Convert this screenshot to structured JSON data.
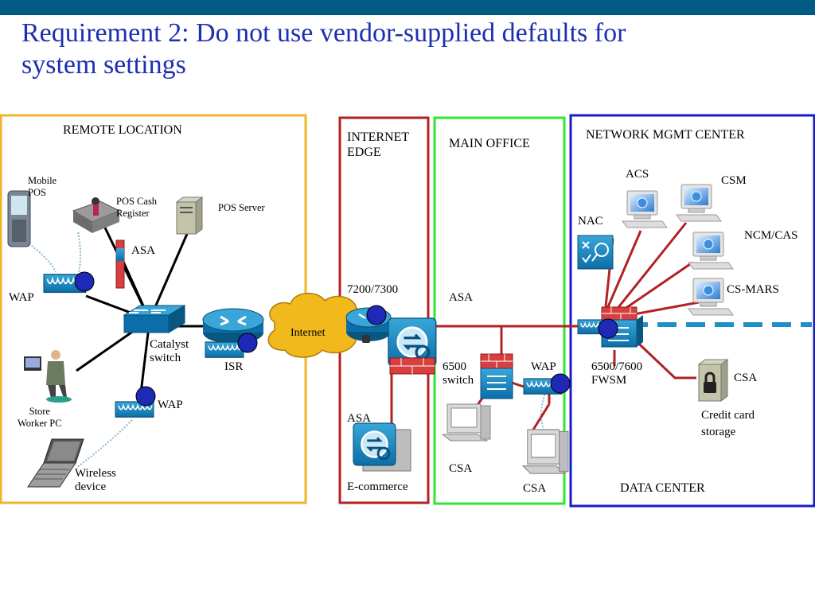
{
  "header": {
    "title_line1": "Requirement 2: Do not use vendor-supplied defaults for",
    "title_line2": "system settings",
    "bar_color": "#005a84",
    "title_color": "#1c2fb0"
  },
  "zones": {
    "remote": {
      "label": "REMOTE LOCATION",
      "color": "#f0b429"
    },
    "edge": {
      "label_line1": "INTERNET",
      "label_line2": "EDGE",
      "color": "#b22222"
    },
    "main": {
      "label": "MAIN OFFICE",
      "color": "#2ee82e"
    },
    "mgmt": {
      "label": "NETWORK MGMT CENTER",
      "color": "#1a1acc"
    },
    "datacenter": {
      "label": "DATA CENTER"
    }
  },
  "remote": {
    "mobile_pos_line1": "Mobile",
    "mobile_pos_line2": "POS",
    "pos_cash_line1": "POS Cash",
    "pos_cash_line2": "Register",
    "pos_server": "POS Server",
    "asa": "ASA",
    "wap_left": "WAP",
    "catalyst_line1": "Catalyst",
    "catalyst_line2": "switch",
    "isr": "ISR",
    "wap_lower": "WAP",
    "store_pc_line1": "Store",
    "store_pc_line2": "Worker PC",
    "wireless_line1": "Wireless",
    "wireless_line2": "device"
  },
  "internet": {
    "label": "Internet"
  },
  "edge": {
    "router": "7200/7300",
    "asa": "ASA",
    "ecommerce": "E-commerce"
  },
  "main": {
    "asa": "ASA",
    "switch_line1": "6500",
    "switch_line2": "switch",
    "wap": "WAP",
    "csa_left": "CSA",
    "csa_right": "CSA"
  },
  "mgmt": {
    "acs": "ACS",
    "csm": "CSM",
    "nac": "NAC",
    "ncm": "NCM/CAS",
    "csmars": "CS-MARS"
  },
  "datacenter": {
    "fwsm_line1": "6500/7600",
    "fwsm_line2": "FWSM",
    "csa": "CSA",
    "storage_line1": "Credit  card",
    "storage_line2": "storage"
  },
  "icons": [
    "mobile-phone-icon",
    "cash-register-icon",
    "server-icon",
    "firewall-icon",
    "wireless-ap-icon",
    "switch-icon",
    "router-icon",
    "workstation-icon",
    "laptop-icon",
    "cloud-icon",
    "security-appliance-icon",
    "nac-appliance-icon",
    "monitor-icon",
    "lock-server-icon",
    "marker-dot-icon"
  ]
}
